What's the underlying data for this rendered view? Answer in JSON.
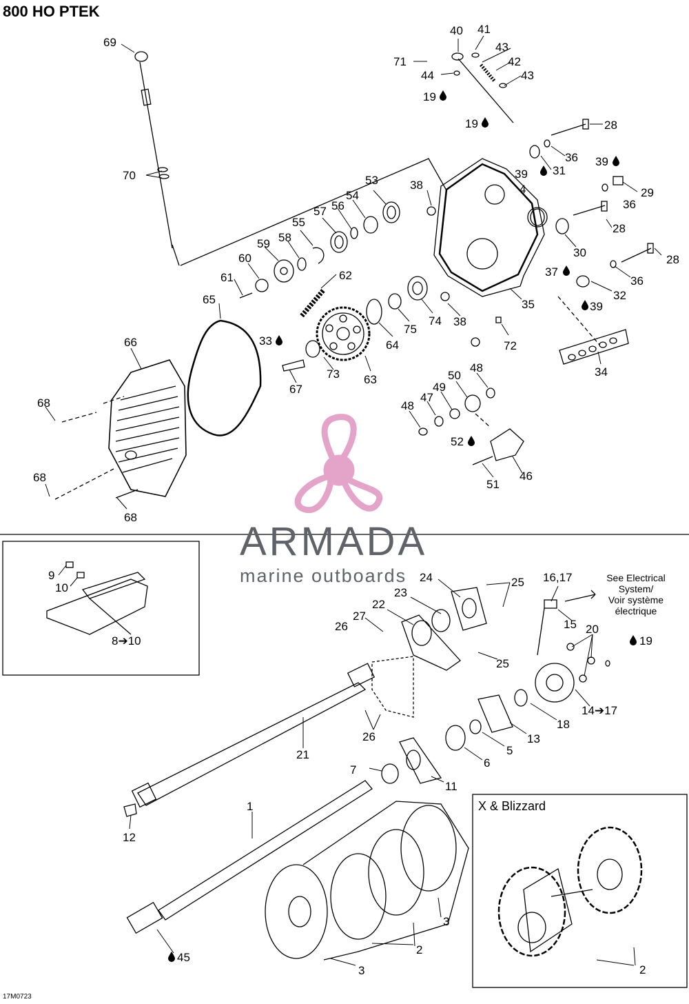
{
  "title": "800 HO PTEK",
  "drawing_code": "17M0723",
  "watermark": {
    "name": "ARMADA",
    "tagline": "marine outboards"
  },
  "inset_title": "X  & Blizzard",
  "electrical_note": [
    "See Electrical",
    "System/",
    "Voir système",
    "électrique"
  ],
  "callouts": [
    {
      "id": "c69",
      "text": "69"
    },
    {
      "id": "c70",
      "text": "70"
    },
    {
      "id": "c40",
      "text": "40"
    },
    {
      "id": "c41",
      "text": "41"
    },
    {
      "id": "c71",
      "text": "71"
    },
    {
      "id": "c43a",
      "text": "43"
    },
    {
      "id": "c42",
      "text": "42"
    },
    {
      "id": "c43b",
      "text": "43"
    },
    {
      "id": "c44",
      "text": "44"
    },
    {
      "id": "c19a",
      "text": "19"
    },
    {
      "id": "c19b",
      "text": "19"
    },
    {
      "id": "c28a",
      "text": "28"
    },
    {
      "id": "c36a",
      "text": "36"
    },
    {
      "id": "c39a",
      "text": "39"
    },
    {
      "id": "c31",
      "text": "31"
    },
    {
      "id": "c39b",
      "text": "39"
    },
    {
      "id": "c29",
      "text": "29"
    },
    {
      "id": "c36b",
      "text": "36"
    },
    {
      "id": "c28b",
      "text": "28"
    },
    {
      "id": "c4",
      "text": "4"
    },
    {
      "id": "c38a",
      "text": "38"
    },
    {
      "id": "c53",
      "text": "53"
    },
    {
      "id": "c54",
      "text": "54"
    },
    {
      "id": "c56",
      "text": "56"
    },
    {
      "id": "c57",
      "text": "57"
    },
    {
      "id": "c55",
      "text": "55"
    },
    {
      "id": "c58",
      "text": "58"
    },
    {
      "id": "c59",
      "text": "59"
    },
    {
      "id": "c60",
      "text": "60"
    },
    {
      "id": "c61",
      "text": "61"
    },
    {
      "id": "c62",
      "text": "62"
    },
    {
      "id": "c30",
      "text": "30"
    },
    {
      "id": "c28c",
      "text": "28"
    },
    {
      "id": "c37",
      "text": "37"
    },
    {
      "id": "c36c",
      "text": "36"
    },
    {
      "id": "c32",
      "text": "32"
    },
    {
      "id": "c39c",
      "text": "39"
    },
    {
      "id": "c35",
      "text": "35"
    },
    {
      "id": "c65",
      "text": "65"
    },
    {
      "id": "c74",
      "text": "74"
    },
    {
      "id": "c75",
      "text": "75"
    },
    {
      "id": "c64",
      "text": "64"
    },
    {
      "id": "c38b",
      "text": "38"
    },
    {
      "id": "c72",
      "text": "72"
    },
    {
      "id": "c34",
      "text": "34"
    },
    {
      "id": "c66",
      "text": "66"
    },
    {
      "id": "c33",
      "text": "33"
    },
    {
      "id": "c73",
      "text": "73"
    },
    {
      "id": "c63",
      "text": "63"
    },
    {
      "id": "c67",
      "text": "67"
    },
    {
      "id": "c68a",
      "text": "68"
    },
    {
      "id": "c48a",
      "text": "48"
    },
    {
      "id": "c50",
      "text": "50"
    },
    {
      "id": "c49",
      "text": "49"
    },
    {
      "id": "c47",
      "text": "47"
    },
    {
      "id": "c48b",
      "text": "48"
    },
    {
      "id": "c52",
      "text": "52"
    },
    {
      "id": "c46",
      "text": "46"
    },
    {
      "id": "c51",
      "text": "51"
    },
    {
      "id": "c68b",
      "text": "68"
    },
    {
      "id": "c68c",
      "text": "68"
    },
    {
      "id": "c9",
      "text": "9"
    },
    {
      "id": "c10",
      "text": "10"
    },
    {
      "id": "c8_10",
      "text": "8➔10"
    },
    {
      "id": "c24",
      "text": "24"
    },
    {
      "id": "c25a",
      "text": "25"
    },
    {
      "id": "c23",
      "text": "23"
    },
    {
      "id": "c22",
      "text": "22"
    },
    {
      "id": "c27",
      "text": "27"
    },
    {
      "id": "c26a",
      "text": "26"
    },
    {
      "id": "c1617",
      "text": "16,17"
    },
    {
      "id": "c15",
      "text": "15"
    },
    {
      "id": "c20",
      "text": "20"
    },
    {
      "id": "c19c",
      "text": "19"
    },
    {
      "id": "c25b",
      "text": "25"
    },
    {
      "id": "c14_17",
      "text": "14➔17"
    },
    {
      "id": "c18",
      "text": "18"
    },
    {
      "id": "c26b",
      "text": "26"
    },
    {
      "id": "c21",
      "text": "21"
    },
    {
      "id": "c13",
      "text": "13"
    },
    {
      "id": "c5",
      "text": "5"
    },
    {
      "id": "c6",
      "text": "6"
    },
    {
      "id": "c7",
      "text": "7"
    },
    {
      "id": "c11",
      "text": "11"
    },
    {
      "id": "c12",
      "text": "12"
    },
    {
      "id": "c1",
      "text": "1"
    },
    {
      "id": "c3a",
      "text": "3"
    },
    {
      "id": "c2a",
      "text": "2"
    },
    {
      "id": "c45",
      "text": "45"
    },
    {
      "id": "c3b",
      "text": "3"
    },
    {
      "id": "c2b",
      "text": "2"
    }
  ]
}
